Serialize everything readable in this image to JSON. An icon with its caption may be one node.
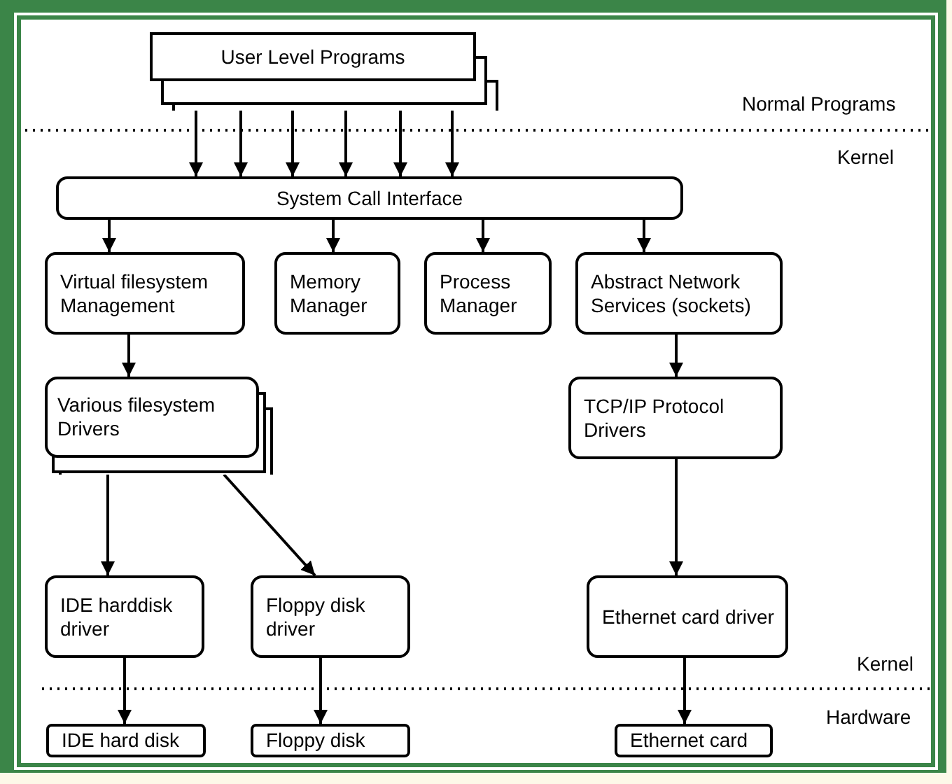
{
  "diagram": {
    "nodes": [
      {
        "text": [
          "User Level Programs"
        ]
      },
      {
        "text": [
          "System Call Interface"
        ]
      },
      {
        "text": [
          "Virtual filesystem Management"
        ]
      },
      {
        "text": [
          "Memory Manager"
        ]
      },
      {
        "text": [
          "Process Manager"
        ]
      },
      {
        "text": [
          "Abstract Network Services (sockets)"
        ]
      },
      {
        "text": [
          "Various filesystem Drivers"
        ]
      },
      {
        "text": [
          "TCP/IP Protocol Drivers"
        ]
      },
      {
        "text": [
          "IDE harddisk driver"
        ]
      },
      {
        "text": [
          "Floppy disk driver"
        ]
      },
      {
        "text": [
          "Ethernet card driver"
        ]
      },
      {
        "text": [
          "IDE hard disk"
        ]
      },
      {
        "text": [
          "Floppy disk"
        ]
      },
      {
        "text": [
          "Ethernet card"
        ]
      }
    ],
    "edges": [
      {
        "from": 0,
        "to": 1,
        "arrow": "to"
      },
      {
        "from": 0,
        "to": 1,
        "arrow": "to"
      },
      {
        "from": 0,
        "to": 1,
        "arrow": "to"
      },
      {
        "from": 0,
        "to": 1,
        "arrow": "to"
      },
      {
        "from": 0,
        "to": 1,
        "arrow": "to"
      },
      {
        "from": 0,
        "to": 1,
        "arrow": "to"
      },
      {
        "from": 1,
        "to": 2,
        "arrow": "to"
      },
      {
        "from": 1,
        "to": 3,
        "arrow": "to"
      },
      {
        "from": 1,
        "to": 4,
        "arrow": "to"
      },
      {
        "from": 1,
        "to": 5,
        "arrow": "to"
      },
      {
        "from": 2,
        "to": 6,
        "arrow": "to"
      },
      {
        "from": 5,
        "to": 7,
        "arrow": "to"
      },
      {
        "from": 6,
        "to": 8,
        "arrow": "to"
      },
      {
        "from": 6,
        "to": 9,
        "arrow": "to"
      },
      {
        "from": 7,
        "to": 10,
        "arrow": "to"
      },
      {
        "from": 8,
        "to": 11,
        "arrow": "to"
      },
      {
        "from": 9,
        "to": 12,
        "arrow": "to"
      },
      {
        "from": 10,
        "to": 13,
        "arrow": "to"
      }
    ],
    "labels": [
      "Normal Programs",
      "Kernel",
      "Kernel",
      "Hardware"
    ]
  }
}
